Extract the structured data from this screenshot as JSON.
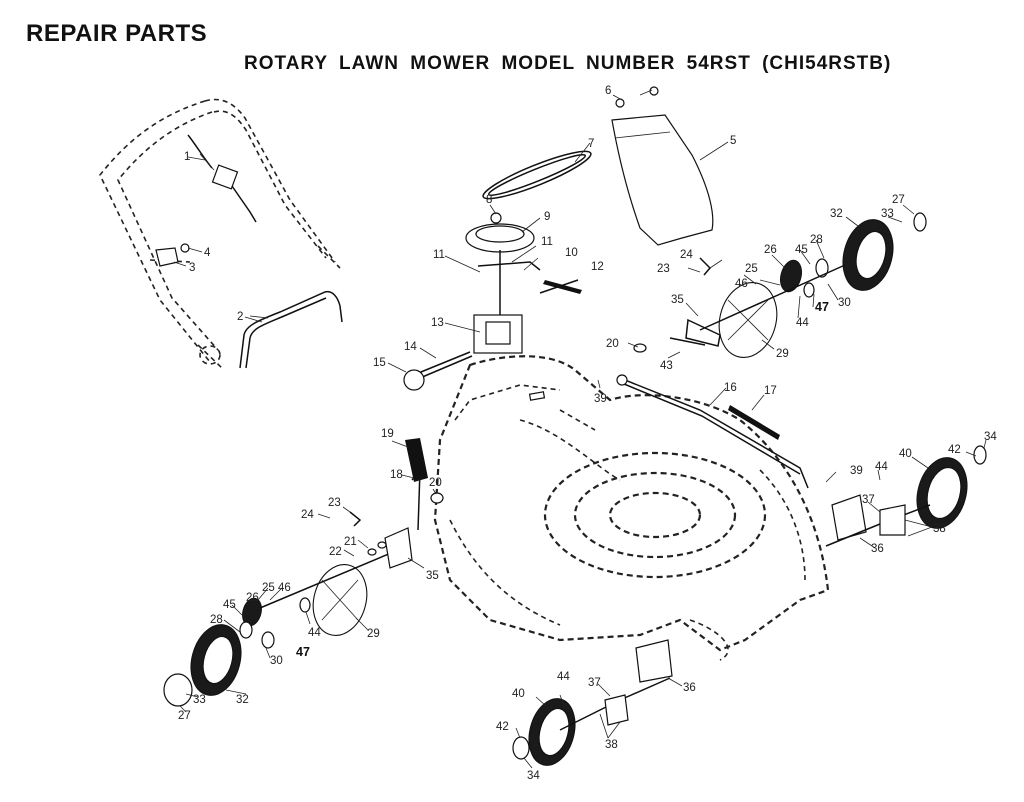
{
  "title": "REPAIR PARTS",
  "subtitle": "ROTARY LAWN MOWER MODEL NUMBER 54RST (CHI54RSTB)",
  "callouts": {
    "c1": "1",
    "c2": "2",
    "c3": "3",
    "c4": "4",
    "c5": "5",
    "c6": "6",
    "c7": "7",
    "c8": "8",
    "c9": "9",
    "c10": "10",
    "c11a": "11",
    "c11b": "11",
    "c12": "12",
    "c13": "13",
    "c14": "14",
    "c15": "15",
    "c16": "16",
    "c17": "17",
    "c18": "18",
    "c19": "19",
    "c20a": "20",
    "c20b": "20",
    "c21": "21",
    "c22": "22",
    "c23a": "23",
    "c23b": "23",
    "c24a": "24",
    "c24b": "24",
    "c25a": "25",
    "c25b": "25",
    "c26a": "26",
    "c26b": "26",
    "c27a": "27",
    "c27b": "27",
    "c28a": "28",
    "c28b": "28",
    "c29a": "29",
    "c29b": "29",
    "c30a": "30",
    "c30b": "30",
    "c32a": "32",
    "c32b": "32",
    "c33a": "33",
    "c33b": "33",
    "c34a": "34",
    "c34b": "34",
    "c35a": "35",
    "c35b": "35",
    "c36a": "36",
    "c36b": "36",
    "c37a": "37",
    "c37b": "37",
    "c38a": "38",
    "c38b": "38",
    "c39a": "39",
    "c39b": "39",
    "c40a": "40",
    "c40b": "40",
    "c42a": "42",
    "c42b": "42",
    "c43": "43",
    "c44a": "44",
    "c44b": "44",
    "c44c": "44",
    "c44d": "44",
    "c45a": "45",
    "c45b": "45",
    "c46a": "46",
    "c46b": "46",
    "c47a": "47",
    "c47b": "47"
  }
}
